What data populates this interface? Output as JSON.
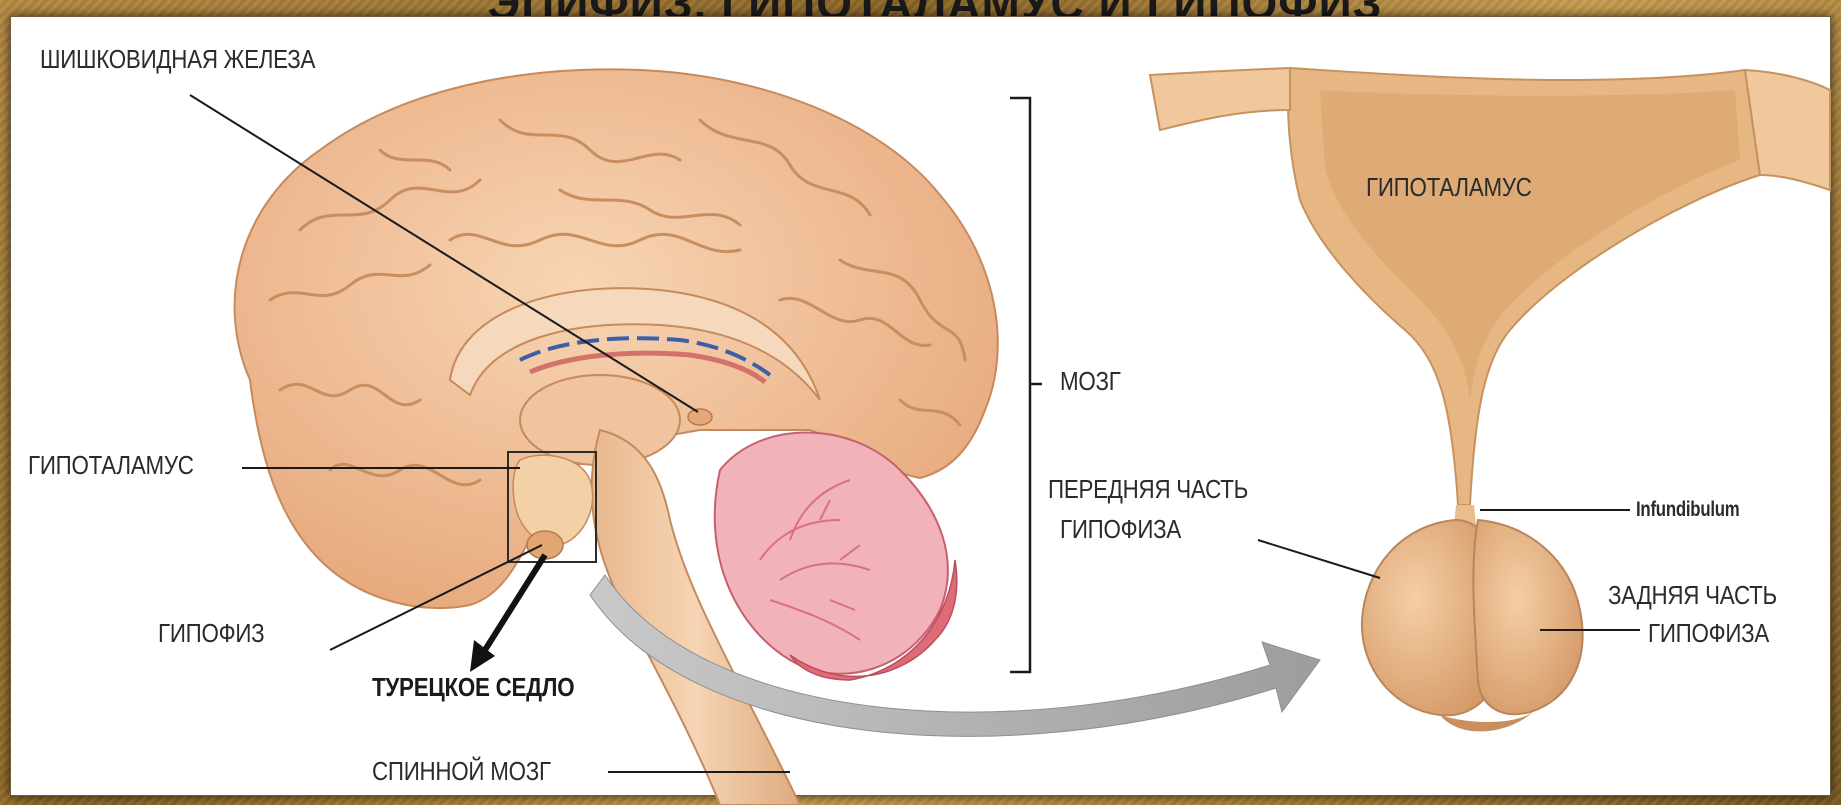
{
  "top_title": "ЭПИФИЗ, ГИПОТАЛАМУС И ГИПОФИЗ",
  "labels": {
    "pineal": "ШИШКОВИДНАЯ ЖЕЛЕЗА",
    "hypothalamus_left": "ГИПОТАЛАМУС",
    "pituitary": "ГИПОФИЗ",
    "sella": "ТУРЕЦКОЕ СЕДЛО",
    "spinal": "СПИННОЙ МОЗГ",
    "brain": "МОЗГ",
    "anterior_1": "ПЕРЕДНЯЯ ЧАСТЬ",
    "anterior_2": "ГИПОФИЗА",
    "hypothalamus_right": "ГИПОТАЛАМУС",
    "infundibulum": "Infundibulum",
    "posterior_1": "ЗАДНЯЯ ЧАСТЬ",
    "posterior_2": "ГИПОФИЗА"
  },
  "colors": {
    "frame": "#9c7433",
    "brain_fill": "#f3c39c",
    "brain_fold": "#c98e5f",
    "cerebellum": "#d9707c",
    "gland": "#e8b583",
    "arrow": "#a9a9a9"
  }
}
